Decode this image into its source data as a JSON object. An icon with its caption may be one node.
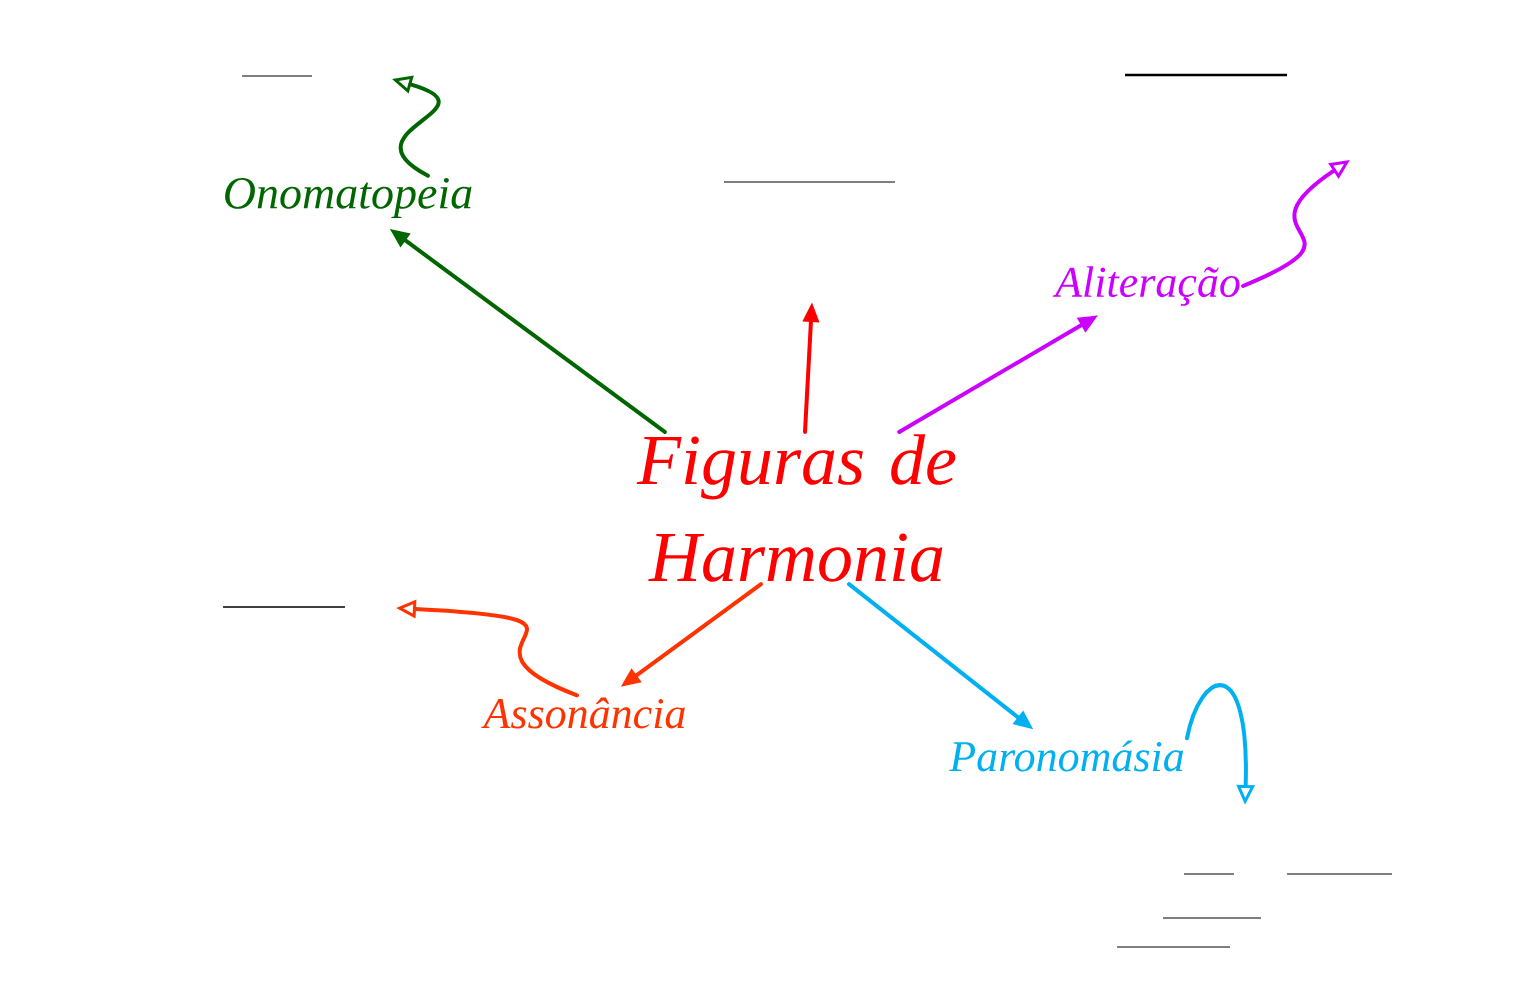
{
  "diagram": {
    "nodes": [
      {
        "text": [
          "Figuras de Harmonia"
        ]
      },
      {
        "text": [
          "Onomatopeia"
        ]
      },
      {
        "text": [
          "Aliteração"
        ]
      },
      {
        "text": [
          "Assonância"
        ]
      },
      {
        "text": [
          "Paronomásia"
        ]
      }
    ],
    "edges": [
      {
        "from": 0,
        "to": 1,
        "arrow": "to",
        "color": "#006600"
      },
      {
        "from": 0,
        "to": null,
        "arrow": "to",
        "color": "#ff0000"
      },
      {
        "from": 0,
        "to": 2,
        "arrow": "to",
        "color": "#cc00ff"
      },
      {
        "from": 0,
        "to": 3,
        "arrow": "to",
        "color": "#ff3300"
      },
      {
        "from": 0,
        "to": 4,
        "arrow": "to",
        "color": "#00b0f0"
      },
      {
        "from": 1,
        "to": null,
        "arrow": "to",
        "color": "#006600"
      },
      {
        "from": 2,
        "to": null,
        "arrow": "to",
        "color": "#cc00ff"
      },
      {
        "from": 3,
        "to": null,
        "arrow": "to",
        "color": "#ff3300"
      },
      {
        "from": 4,
        "to": null,
        "arrow": "to",
        "color": "#00b0f0"
      }
    ]
  }
}
